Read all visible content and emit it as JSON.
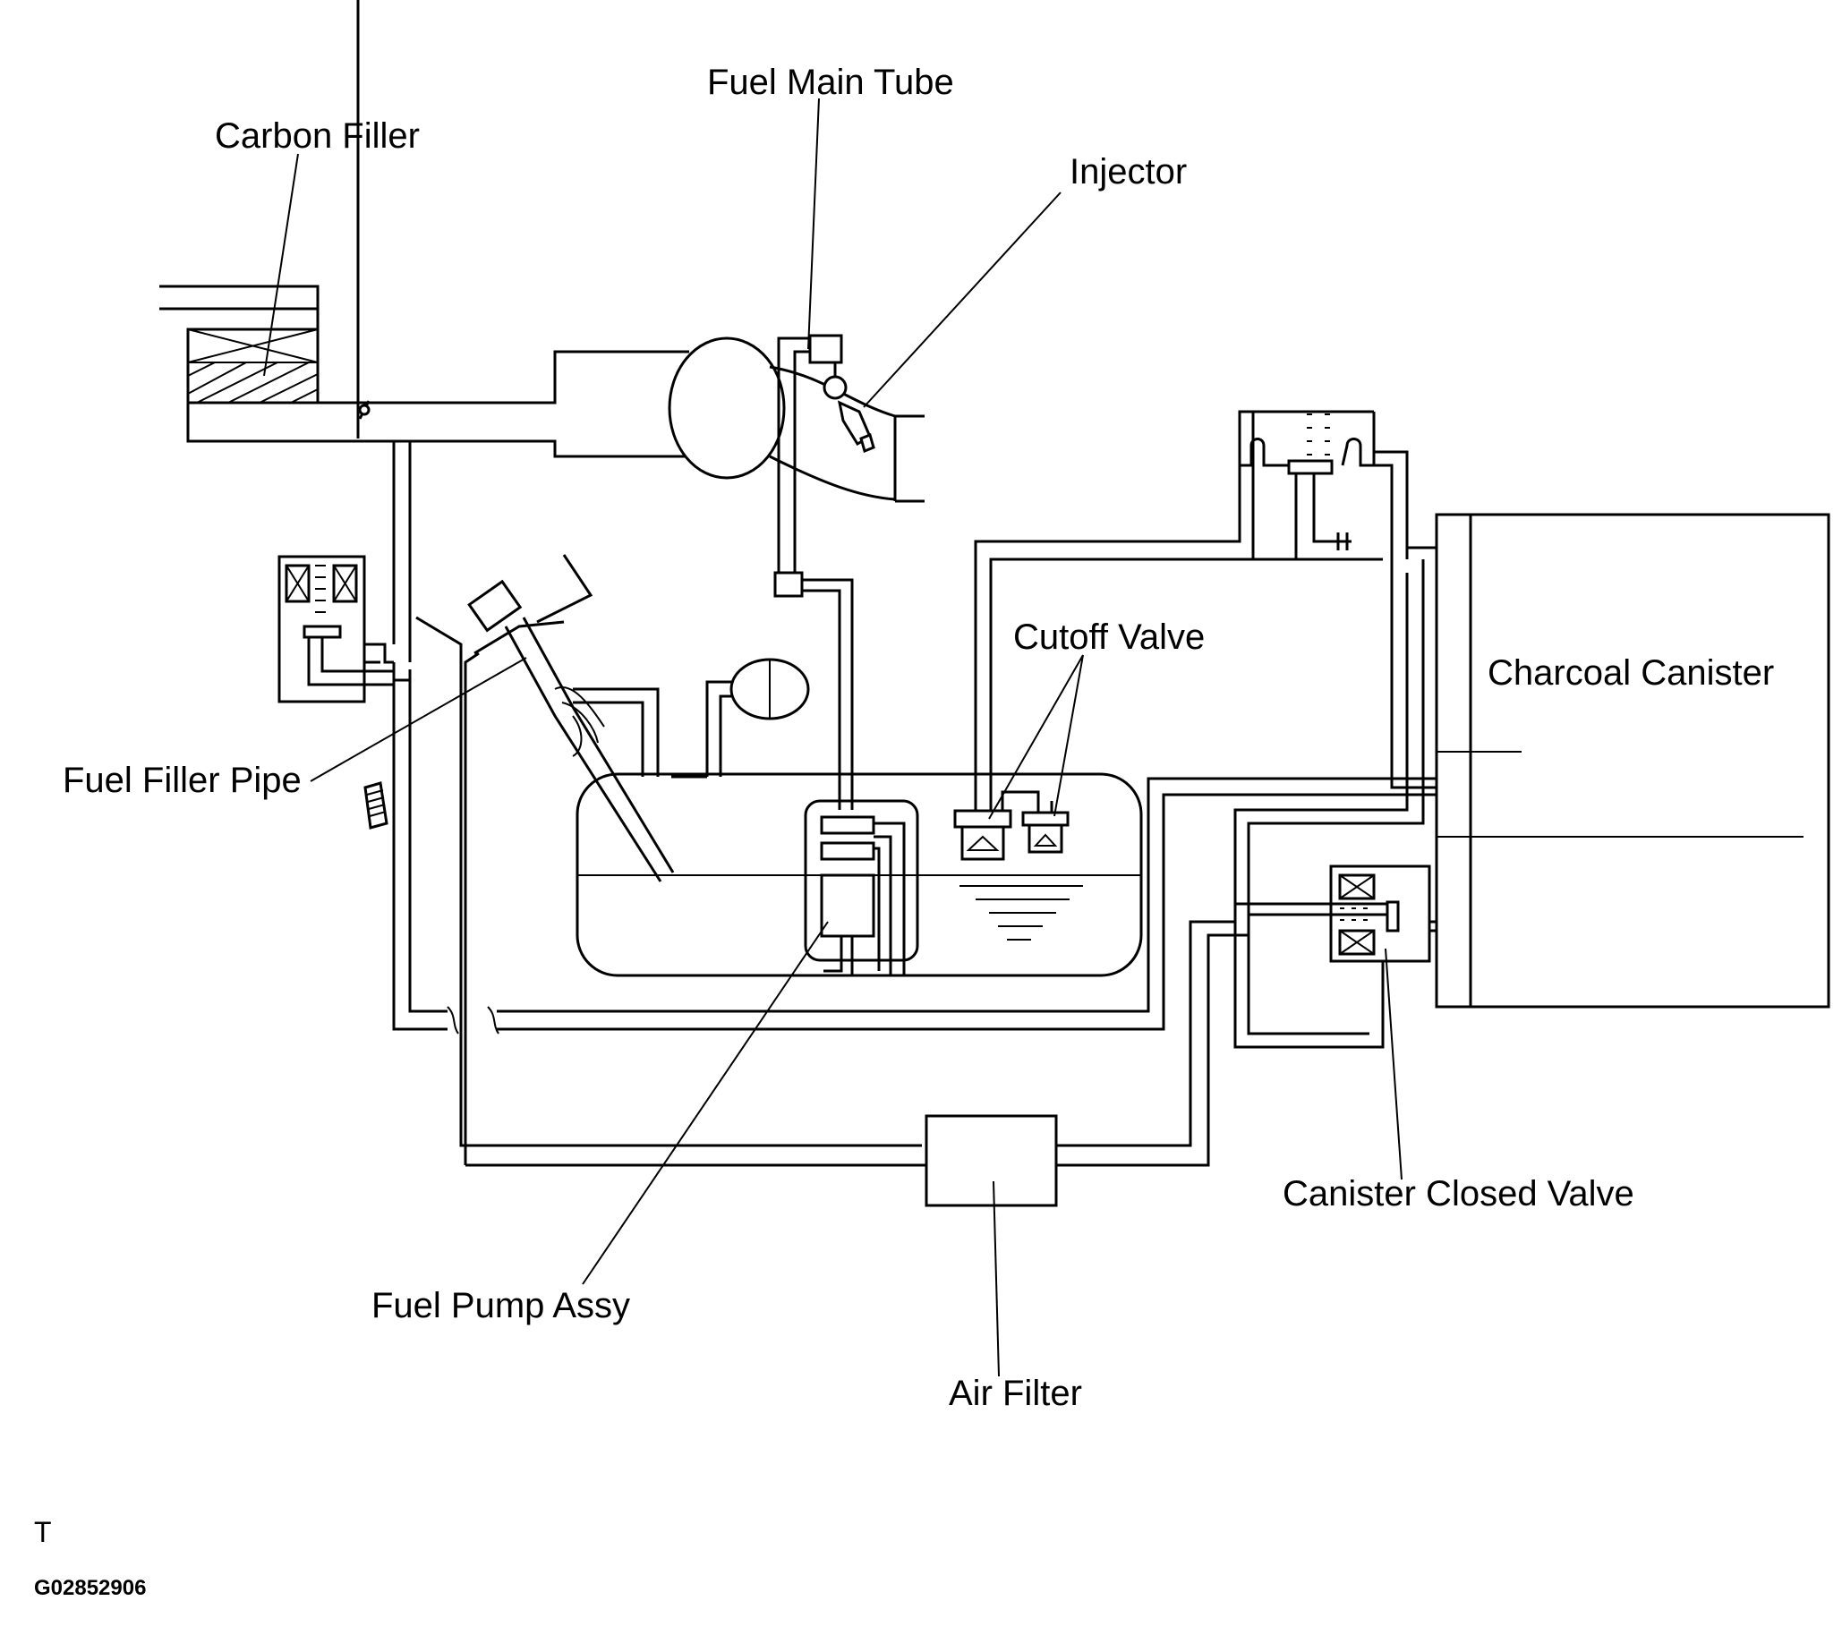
{
  "labels": {
    "fuel_main_tube": "Fuel Main Tube",
    "carbon_filler": "Carbon Filler",
    "injector": "Injector",
    "cutoff_valve": "Cutoff Valve",
    "charcoal_canister": "Charcoal Canister",
    "fuel_filler_pipe": "Fuel Filler Pipe",
    "canister_closed_valve": "Canister Closed Valve",
    "fuel_pump_assy": "Fuel Pump Assy",
    "air_filter": "Air Filter"
  },
  "footer": {
    "mark": "T",
    "figure_code": "G02852906"
  }
}
